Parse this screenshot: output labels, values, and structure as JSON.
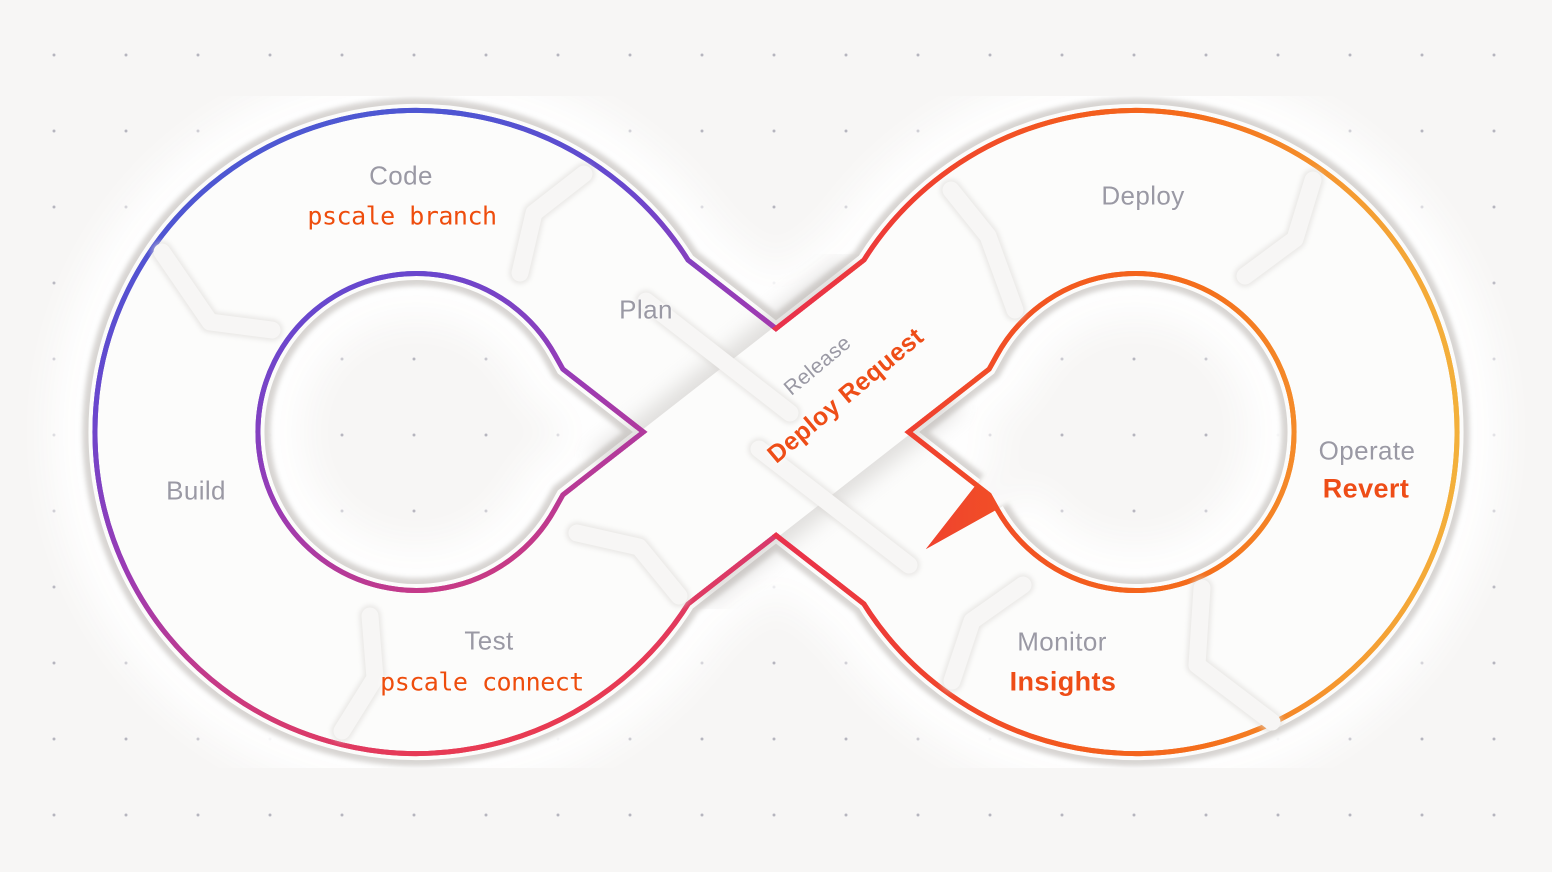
{
  "title": "DevOps infinity loop diagram",
  "palette": {
    "background": "#f7f6f5",
    "dot": "#b6b5be",
    "ribbon": "#fcfcfb",
    "stage_label": "#9a99a4",
    "command_orange": "#ee4d0d",
    "feature_orange": "#ee4d17",
    "line_blue": "#4a5fd4",
    "line_indigo": "#4f55d2",
    "line_violet": "#6b46cd",
    "line_purple": "#9b3bb4",
    "line_magenta": "#c63a87",
    "line_crimson": "#e63a57",
    "line_red": "#ef4042",
    "line_red2": "#e9324b",
    "line_vermilion": "#ef4030",
    "line_orange_red": "#f35b1e",
    "line_orange": "#f4701c",
    "line_amber": "#f59a31",
    "line_gold": "#f3b23c"
  },
  "stages": [
    {
      "id": "code",
      "label": "Code",
      "annotation": "pscale branch",
      "annotation_kind": "cli-command"
    },
    {
      "id": "plan",
      "label": "Plan",
      "annotation": "",
      "annotation_kind": ""
    },
    {
      "id": "build",
      "label": "Build",
      "annotation": "",
      "annotation_kind": ""
    },
    {
      "id": "test",
      "label": "Test",
      "annotation": "pscale connect",
      "annotation_kind": "cli-command"
    },
    {
      "id": "release",
      "label": "Release",
      "annotation": "Deploy Request",
      "annotation_kind": "product-feature"
    },
    {
      "id": "deploy",
      "label": "Deploy",
      "annotation": "",
      "annotation_kind": ""
    },
    {
      "id": "operate",
      "label": "Operate",
      "annotation": "Revert",
      "annotation_kind": "product-feature"
    },
    {
      "id": "monitor",
      "label": "Monitor",
      "annotation": "Insights",
      "annotation_kind": "product-feature"
    }
  ]
}
